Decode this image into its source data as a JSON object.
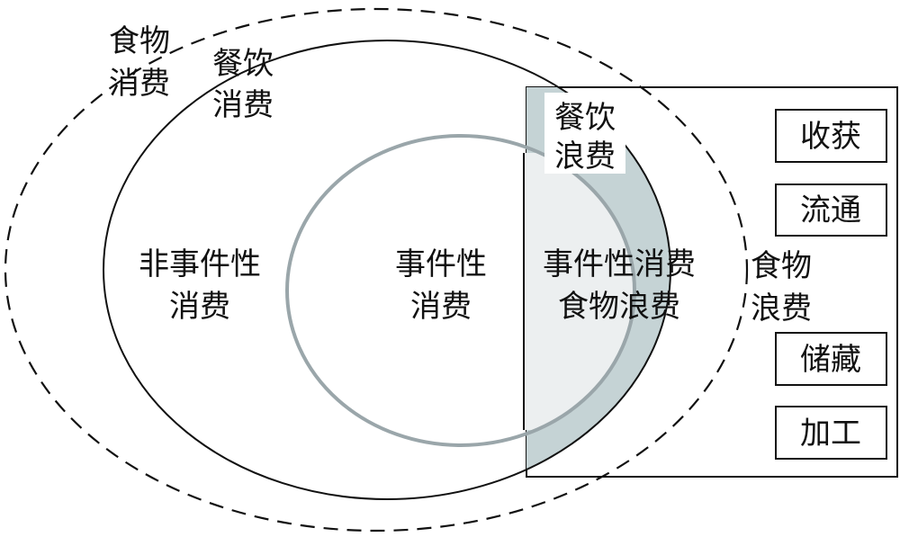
{
  "labels": {
    "food_consumption": [
      "食物",
      "消费"
    ],
    "catering_consumption": [
      "餐饮",
      "消费"
    ],
    "non_event_consumption": [
      "非事件性",
      "消费"
    ],
    "event_consumption": [
      "事件性",
      "消费"
    ],
    "event_food_waste": [
      "事件性消费",
      "食物浪费"
    ],
    "catering_waste": [
      "餐饮",
      "浪费"
    ],
    "food_waste": [
      "食物",
      "浪费"
    ]
  },
  "stages": [
    "收获",
    "流通",
    "储藏",
    "加工"
  ],
  "colors": {
    "grey_ring": "#9aa6aa",
    "catering_waste_fill": "#c5d3d5",
    "event_waste_fill": "#eceff0",
    "line": "#111111"
  }
}
